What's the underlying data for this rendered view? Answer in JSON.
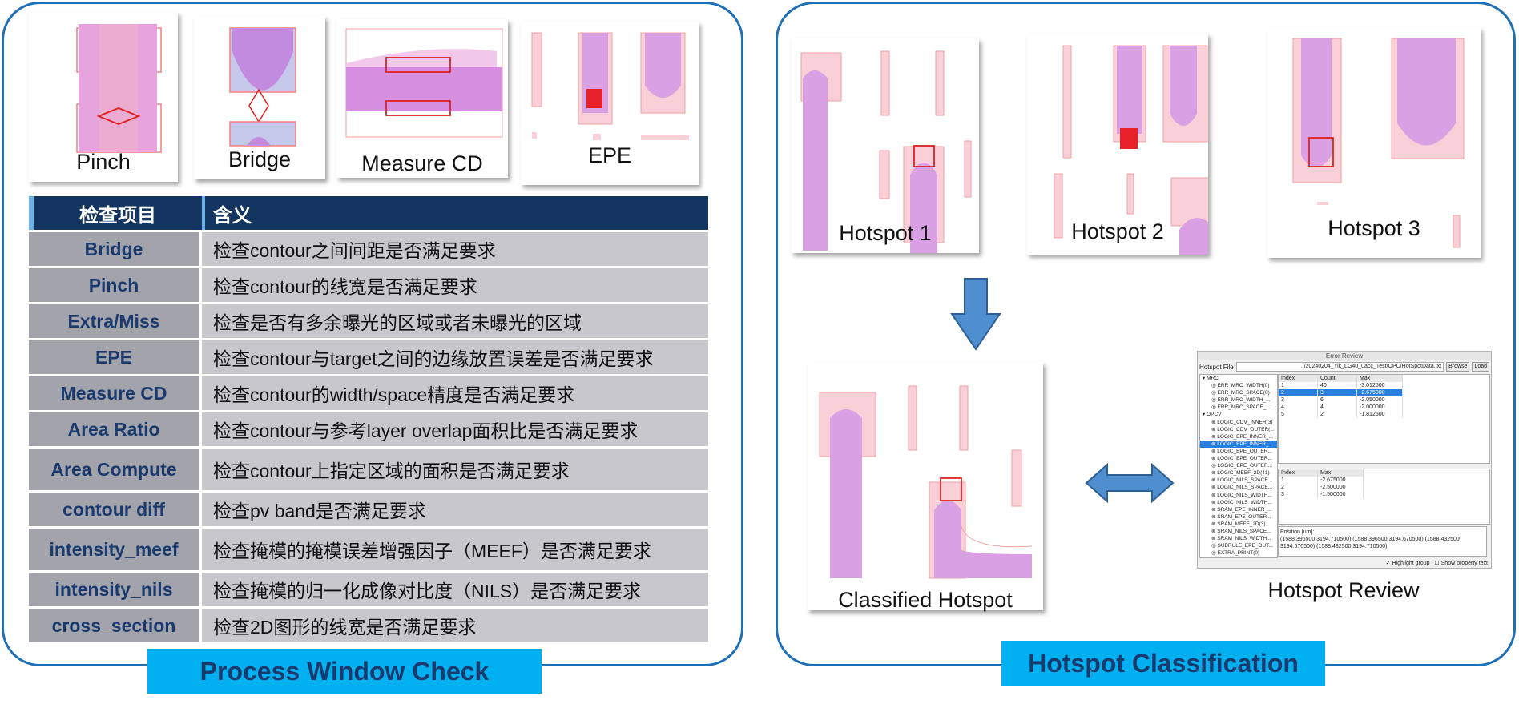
{
  "left_panel": {
    "banner": "Process Window Check",
    "thumbnails": [
      {
        "label": "Pinch"
      },
      {
        "label": "Bridge"
      },
      {
        "label": "Measure CD"
      },
      {
        "label": "EPE"
      }
    ],
    "table": {
      "headers": [
        "检查项目",
        "含义"
      ],
      "rows": [
        {
          "item": "Bridge",
          "meaning": "检查contour之间间距是否满足要求"
        },
        {
          "item": "Pinch",
          "meaning": "检查contour的线宽是否满足要求"
        },
        {
          "item": "Extra/Miss",
          "meaning": "检查是否有多余曝光的区域或者未曝光的区域"
        },
        {
          "item": "EPE",
          "meaning": "检查contour与target之间的边缘放置误差是否满足要求"
        },
        {
          "item": "Measure CD",
          "meaning": "检查contour的width/space精度是否满足要求"
        },
        {
          "item": "Area Ratio",
          "meaning": "检查contour与参考layer overlap面积比是否满足要求"
        },
        {
          "item": "Area Compute",
          "meaning": "检查contour上指定区域的面积是否满足要求"
        },
        {
          "item": "contour diff",
          "meaning": "检查pv band是否满足要求"
        },
        {
          "item": "intensity_meef",
          "meaning": "检查掩模的掩模误差增强因子（MEEF）是否满足要求"
        },
        {
          "item": "intensity_nils",
          "meaning": "检查掩模的归一化成像对比度（NILS）是否满足要求"
        },
        {
          "item": "cross_section",
          "meaning": "检查2D图形的线宽是否满足要求"
        }
      ]
    }
  },
  "right_panel": {
    "banner": "Hotspot Classification",
    "hotspots": [
      {
        "label": "Hotspot 1"
      },
      {
        "label": "Hotspot 2"
      },
      {
        "label": "Hotspot 3"
      }
    ],
    "classified_label": "Classified Hotspot",
    "review_label": "Hotspot Review",
    "review_tool": {
      "title": "Error Review",
      "file_label": "Hotspot File",
      "file_path": "../20240204_Yik_LG40_0acc_Test/OPC/HotSpotData.txt",
      "browse_button": "Browse",
      "load_button": "Load",
      "tree": [
        {
          "text": "▾ MRC",
          "indent": 0
        },
        {
          "text": "◎ ERR_MRC_WIDTH(0)",
          "indent": 1
        },
        {
          "text": "◎ ERR_MRC_SPACE(0)",
          "indent": 1
        },
        {
          "text": "◎ ERR_MRC_WIDTH_...",
          "indent": 1
        },
        {
          "text": "◎ ERR_MRC_SPACE_...",
          "indent": 1
        },
        {
          "text": "▾ OPCV",
          "indent": 0
        },
        {
          "text": "⊗ LOGIC_CDV_INNER(3)",
          "indent": 1
        },
        {
          "text": "⊗ LOGIC_CDV_OUTER(...",
          "indent": 1
        },
        {
          "text": "⊗ LOGIC_EPE_INNER_...",
          "indent": 1
        },
        {
          "text": "⊗ LOGIC_EPE_INNER_...",
          "indent": 1,
          "selected": true
        },
        {
          "text": "⊗ LOGIC_EPE_OUTER...",
          "indent": 1
        },
        {
          "text": "⊗ LOGIC_EPE_OUTER...",
          "indent": 1
        },
        {
          "text": "◎ LOGIC_EPE_OUTER...",
          "indent": 1
        },
        {
          "text": "⊗ LOGIC_MEEF_2D(41)",
          "indent": 1
        },
        {
          "text": "⊗ LOGIC_NILS_SPACE...",
          "indent": 1
        },
        {
          "text": "⊗ LOGIC_NILS_SPACE...",
          "indent": 1
        },
        {
          "text": "⊗ LOGIC_NILS_WIDTH...",
          "indent": 1
        },
        {
          "text": "⊗ LOGIC_NILS_WIDTH...",
          "indent": 1
        },
        {
          "text": "⊗ SRAM_EPE_INNER_...",
          "indent": 1
        },
        {
          "text": "⊗ SRAM_EPE_OUTER...",
          "indent": 1
        },
        {
          "text": "⊗ SRAM_MEEF_2D(3)",
          "indent": 1
        },
        {
          "text": "⊗ SRAM_NILS_SPACE...",
          "indent": 1
        },
        {
          "text": "⊗ SRAM_NILS_WIDTH...",
          "indent": 1
        },
        {
          "text": "◎ SUBRULE_EPE_OUT...",
          "indent": 1
        },
        {
          "text": "◎ EXTRA_PRINT(0)",
          "indent": 1
        }
      ],
      "group_table": {
        "headers": [
          "Index",
          "Count",
          "Max"
        ],
        "rows": [
          [
            "1",
            "40",
            "-3.012500"
          ],
          [
            "2",
            "3",
            "-2.675000"
          ],
          [
            "3",
            "6",
            "-2.050000"
          ],
          [
            "4",
            "4",
            "-2.000000"
          ],
          [
            "5",
            "2",
            "-1.812500"
          ]
        ],
        "selected_row": 1
      },
      "detail_table": {
        "headers": [
          "Index",
          "Max"
        ],
        "rows": [
          [
            "1",
            "-2.675000"
          ],
          [
            "2",
            "-2.500000"
          ],
          [
            "3",
            "-1.500000"
          ]
        ]
      },
      "position_label": "Position [um]:",
      "position_text": "(1588.396500 3194.710500) (1588.396500 3194.670500) (1588.432500 3194.670500) (1588.432500 3194.710500)",
      "highlight_group": "✓ Highlight group",
      "show_property": "☐ Show property text"
    }
  }
}
